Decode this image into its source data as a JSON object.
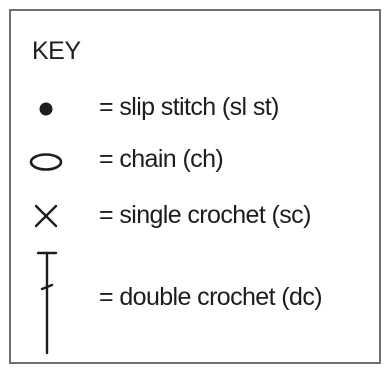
{
  "key": {
    "title": "KEY",
    "entries": [
      {
        "symbol": "dot-icon",
        "label": "= slip stitch (sl st)"
      },
      {
        "symbol": "oval-icon",
        "label": "= chain (ch)"
      },
      {
        "symbol": "x-cross-icon",
        "label": "= single crochet (sc)"
      },
      {
        "symbol": "double-crochet-icon",
        "label": "= double crochet (dc)"
      }
    ]
  }
}
